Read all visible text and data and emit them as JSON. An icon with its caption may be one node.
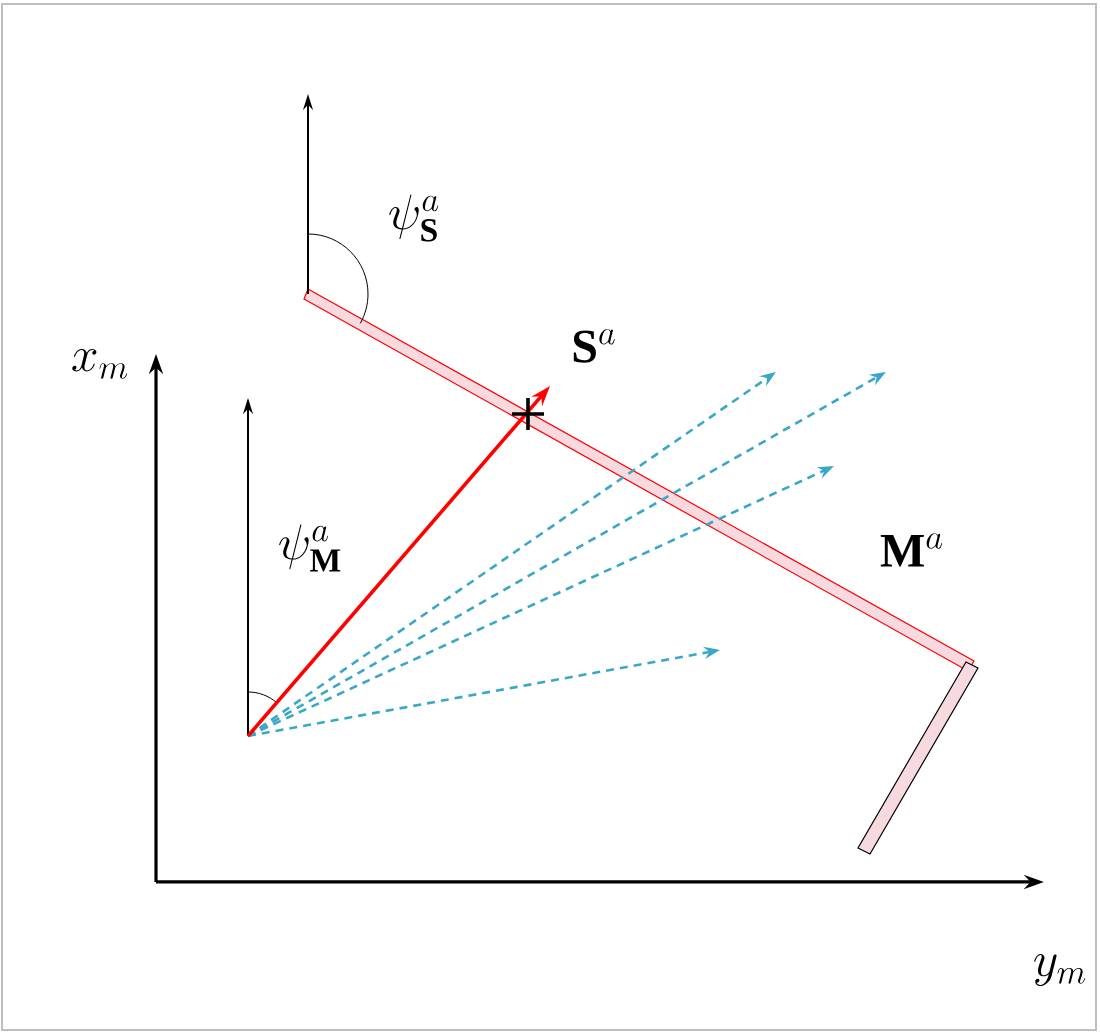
{
  "diagram": {
    "labels": [
      "x_m",
      "\\psi_{\\mathbf{S}}^{a}",
      "\\mathbf{S}^{a}",
      "\\psi_{\\mathbf{M}}^{a}",
      "\\mathbf{M}^{a}",
      "y_m"
    ]
  }
}
